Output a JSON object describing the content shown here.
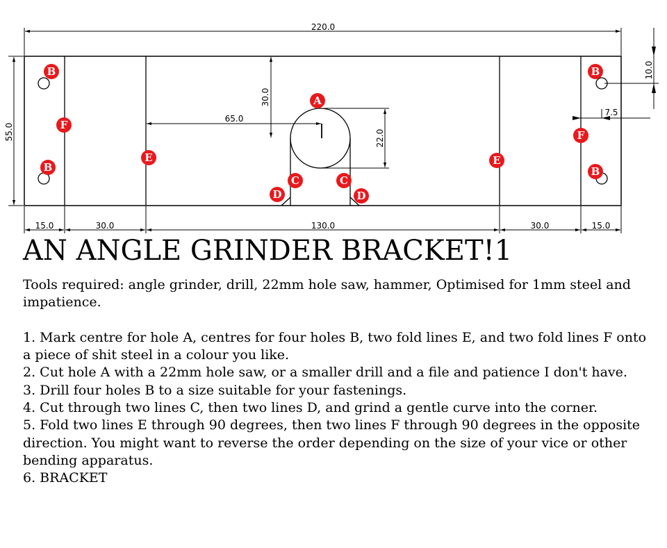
{
  "diagram": {
    "dimensions": {
      "overall_width": "220.0",
      "overall_height": "55.0",
      "hole_offset_top": "10.0",
      "hole_offset_side": "7.5",
      "hole_depth": "30.0",
      "hole_center_x": "65.0",
      "hole_diameter": "22.0",
      "flange_left": "15.0",
      "side_left": "30.0",
      "middle": "130.0",
      "side_right": "30.0",
      "flange_right": "15.0"
    },
    "labels": {
      "hole_a": "A",
      "holes_b": "B",
      "cut_c": "C",
      "cut_d": "D",
      "fold_e": "E",
      "fold_f": "F"
    },
    "marker_color": "#e8191d"
  },
  "title": "AN ANGLE GRINDER BRACKET!1",
  "intro": "Tools required: angle grinder, drill, 22mm hole saw, hammer, Optimised for 1mm steel and impatience.",
  "steps": [
    "1. Mark centre for hole A, centres for four holes B, two fold lines E, and two fold lines F onto a piece of shit steel in a colour you like.",
    "2. Cut hole A with a 22mm hole saw, or a smaller drill and a file and patience I don't have.",
    "3. Drill four holes B to a size suitable for your fastenings.",
    "4. Cut through two lines C, then two lines D, and grind a gentle curve into the corner.",
    "5. Fold two lines E through 90 degrees, then two lines F through 90 degrees in the opposite direction. You might want to reverse the order depending on the size of your vice or other bending apparatus.",
    "6. BRACKET"
  ]
}
